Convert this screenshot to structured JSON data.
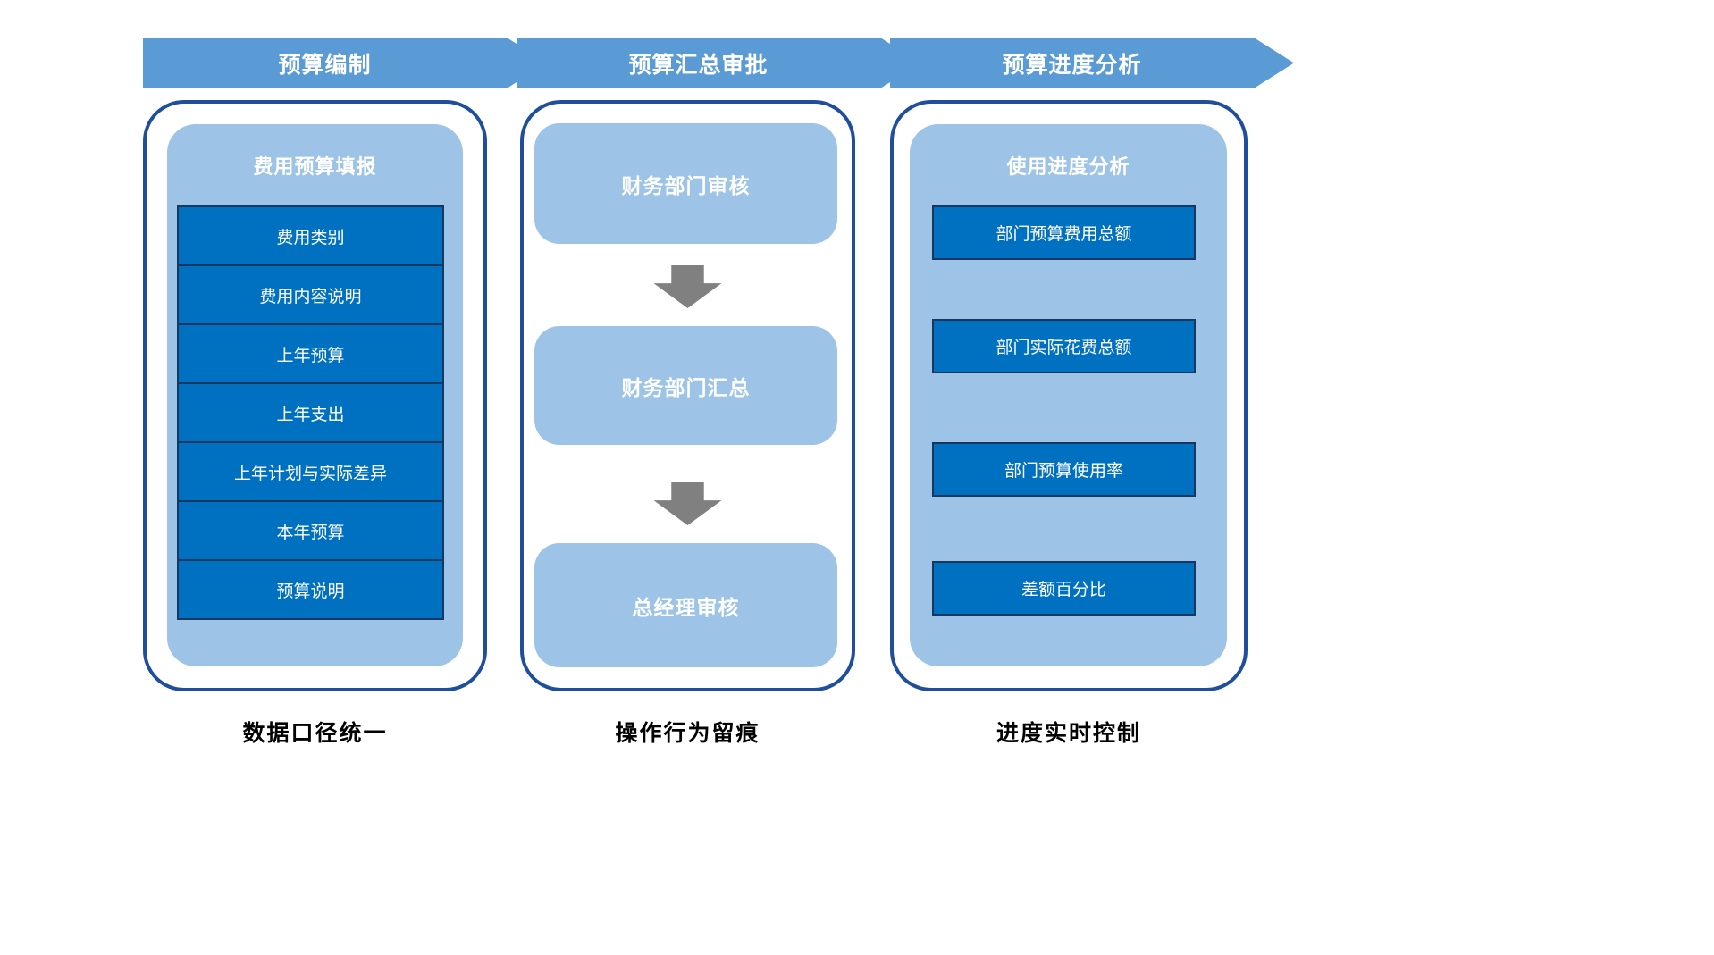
{
  "colors": {
    "banner_fill": "#5B9BD5",
    "container_border": "#1F4E9C",
    "panel_fill": "#9DC3E6",
    "dark_box_fill": "#0070C0",
    "dark_box_border": "#17375E",
    "gray_arrow": "#808080",
    "caption_text": "#000000",
    "box_text": "#FFFFFF"
  },
  "columns": [
    {
      "header": "预算编制",
      "panel_title": "费用预算填报",
      "items": [
        "费用类别",
        "费用内容说明",
        "上年预算",
        "上年支出",
        "上年计划与实际差异",
        "本年预算",
        "预算说明"
      ],
      "caption": "数据口径统一"
    },
    {
      "header": "预算汇总审批",
      "steps": [
        "财务部门审核",
        "财务部门汇总",
        "总经理审核"
      ],
      "caption": "操作行为留痕"
    },
    {
      "header": "预算进度分析",
      "panel_title": "使用进度分析",
      "items": [
        "部门预算费用总额",
        "部门实际花费总额",
        "部门预算使用率",
        "差额百分比"
      ],
      "caption": "进度实时控制"
    }
  ]
}
